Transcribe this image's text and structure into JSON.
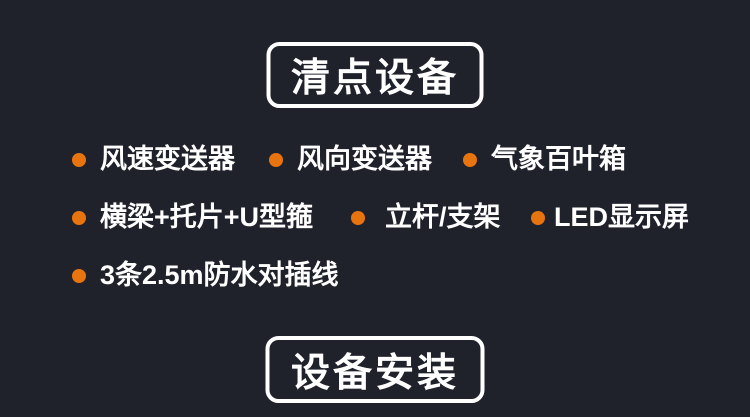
{
  "page": {
    "background_color": "#20222b",
    "text_color": "#ffffff",
    "bullet_color": "#e8740f",
    "box_border_color": "#ffffff"
  },
  "section_top": {
    "title": "清点设备"
  },
  "equipment_list": {
    "rows": [
      {
        "items": [
          {
            "label": "风速变送器"
          },
          {
            "label": "风向变送器"
          },
          {
            "label": "气象百叶箱"
          }
        ]
      },
      {
        "items": [
          {
            "label": "横梁+托片+U型箍"
          },
          {
            "label": "立杆/支架"
          },
          {
            "label": "LED显示屏"
          }
        ]
      },
      {
        "items": [
          {
            "label": "3条2.5m防水对插线"
          }
        ]
      }
    ]
  },
  "section_bottom": {
    "title": "设备安装"
  }
}
